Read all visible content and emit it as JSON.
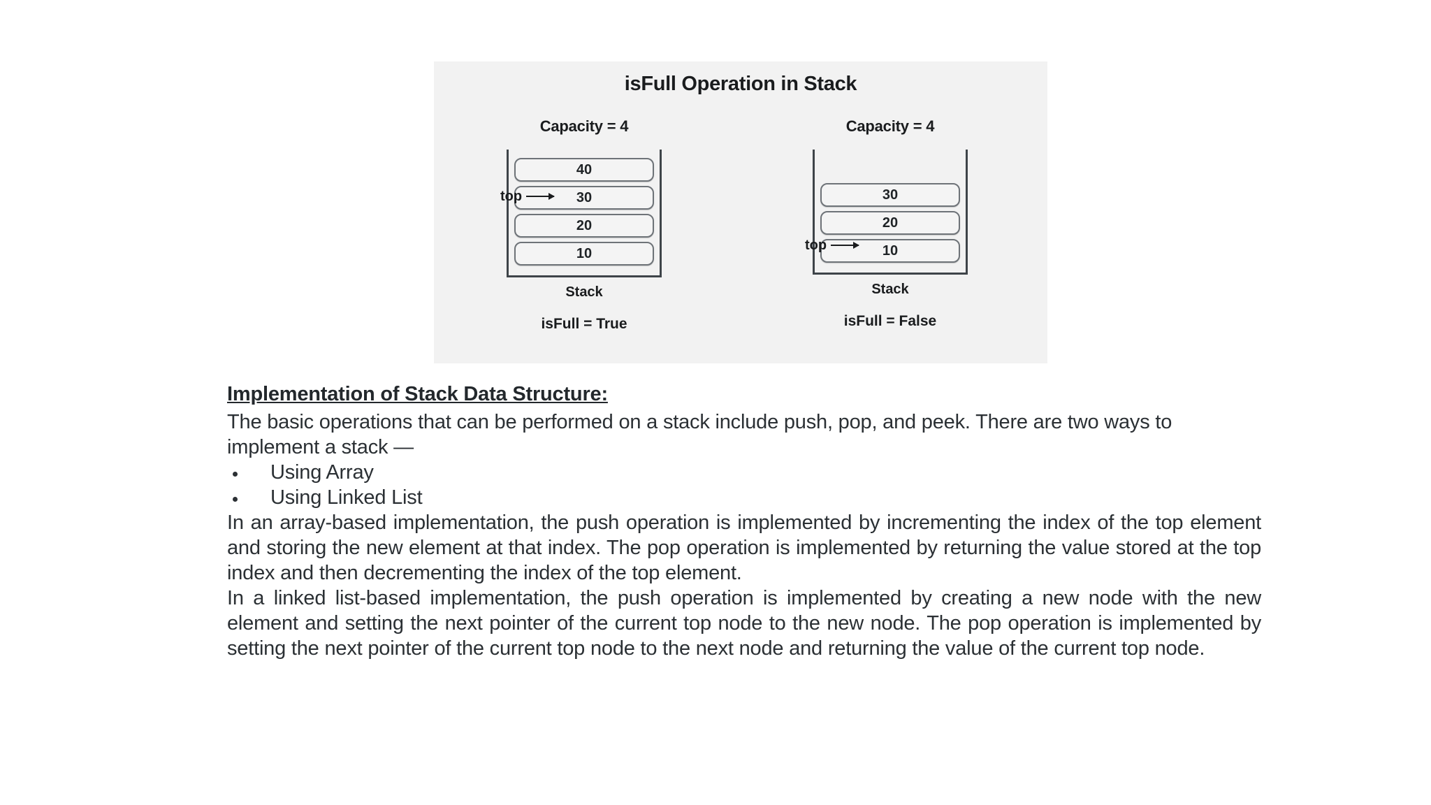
{
  "figure": {
    "title": "isFull Operation in Stack",
    "background_color": "#f2f2f2",
    "stacks": [
      {
        "capacity_label": "Capacity = 4",
        "top_label": "top",
        "cells": [
          "40",
          "30",
          "20",
          "10"
        ],
        "empty_slots": 0,
        "caption": "Stack",
        "isfull_label": "isFull = True"
      },
      {
        "capacity_label": "Capacity = 4",
        "top_label": "top",
        "cells": [
          "30",
          "20",
          "10"
        ],
        "empty_slots": 1,
        "caption": "Stack",
        "isfull_label": "isFull = False"
      }
    ]
  },
  "document": {
    "heading": "Implementation of Stack Data Structure:",
    "intro_paragraph": "The basic operations that can be performed on a stack include push, pop, and peek. There are two ways to implement a stack —",
    "bullets": [
      "Using Array",
      "Using Linked List"
    ],
    "array_paragraph": "In an array-based implementation, the push operation is implemented by incrementing the index of the top element and storing the new element at that index. The pop operation is implemented by returning the value stored at the top index and then decrementing the index of the top element.",
    "linkedlist_paragraph": "In a linked list-based implementation, the push operation is implemented by creating a new node with the new element and setting the next pointer of the current top node to the new node. The pop operation is implemented by setting the next pointer of the current top node to the next node and returning the value of the current top node."
  }
}
